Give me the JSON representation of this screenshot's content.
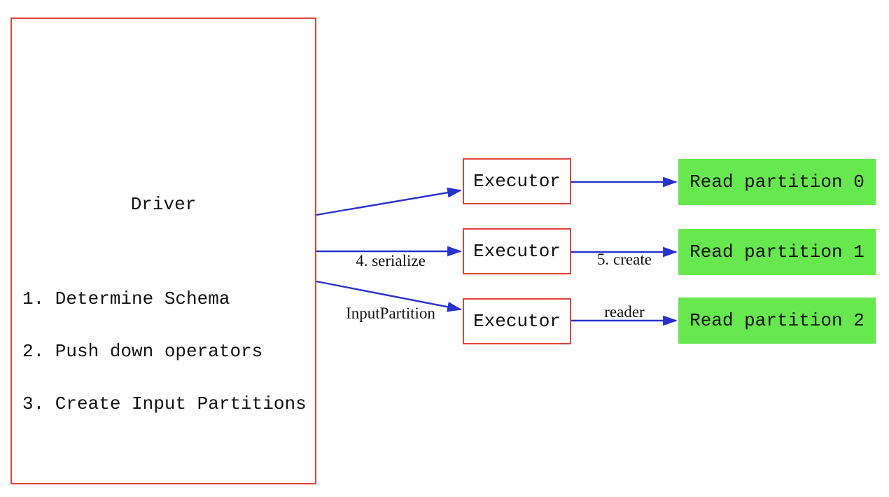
{
  "diagram": {
    "driver": {
      "title": "Driver",
      "steps": [
        "1. Determine Schema",
        "2. Push down operators",
        "3. Create Input Partitions"
      ]
    },
    "executors": [
      {
        "label": "Executor"
      },
      {
        "label": "Executor"
      },
      {
        "label": "Executor"
      }
    ],
    "partitions": [
      {
        "label": "Read partition 0"
      },
      {
        "label": "Read partition 1"
      },
      {
        "label": "Read partition 2"
      }
    ],
    "edge_labels": {
      "serialize": {
        "line1": "4. serialize",
        "line2": "InputPartition"
      },
      "create_reader": {
        "line1": "5. create",
        "line2": "reader"
      }
    },
    "colors": {
      "box_border_red": "#e2423a",
      "arrow_blue": "#2832cc",
      "partition_green": "#67e84f",
      "text": "#111111",
      "bg": "#ffffff"
    }
  }
}
